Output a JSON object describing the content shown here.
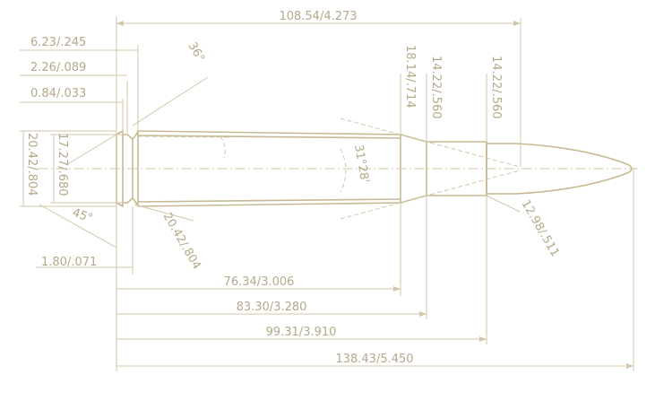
{
  "dimensions": {
    "overall_length": "108.54/4.273",
    "rim_thickness": "6.23/.245",
    "extractor_groove": "2.26/.089",
    "groove_depth": "0.84/.033",
    "shoulder_angle_top": "36°",
    "rim_diameter": "20.42/.804",
    "groove_diameter": "17.27/.680",
    "groove_angle": "45°",
    "rim_offset": "1.80/.071",
    "base_diameter": "20.42/.804",
    "body_length": "76.34/3.006",
    "shoulder_length": "83.30/3.280",
    "neck_length": "99.31/3.910",
    "cartridge_length": "138.43/5.450",
    "shoulder_diameter": "18.14/.714",
    "neck_diameter_base": "14.22/.560",
    "neck_diameter_mouth": "14.22/.560",
    "shoulder_angle": "31°28'",
    "bullet_diameter": "12.98/.511"
  }
}
